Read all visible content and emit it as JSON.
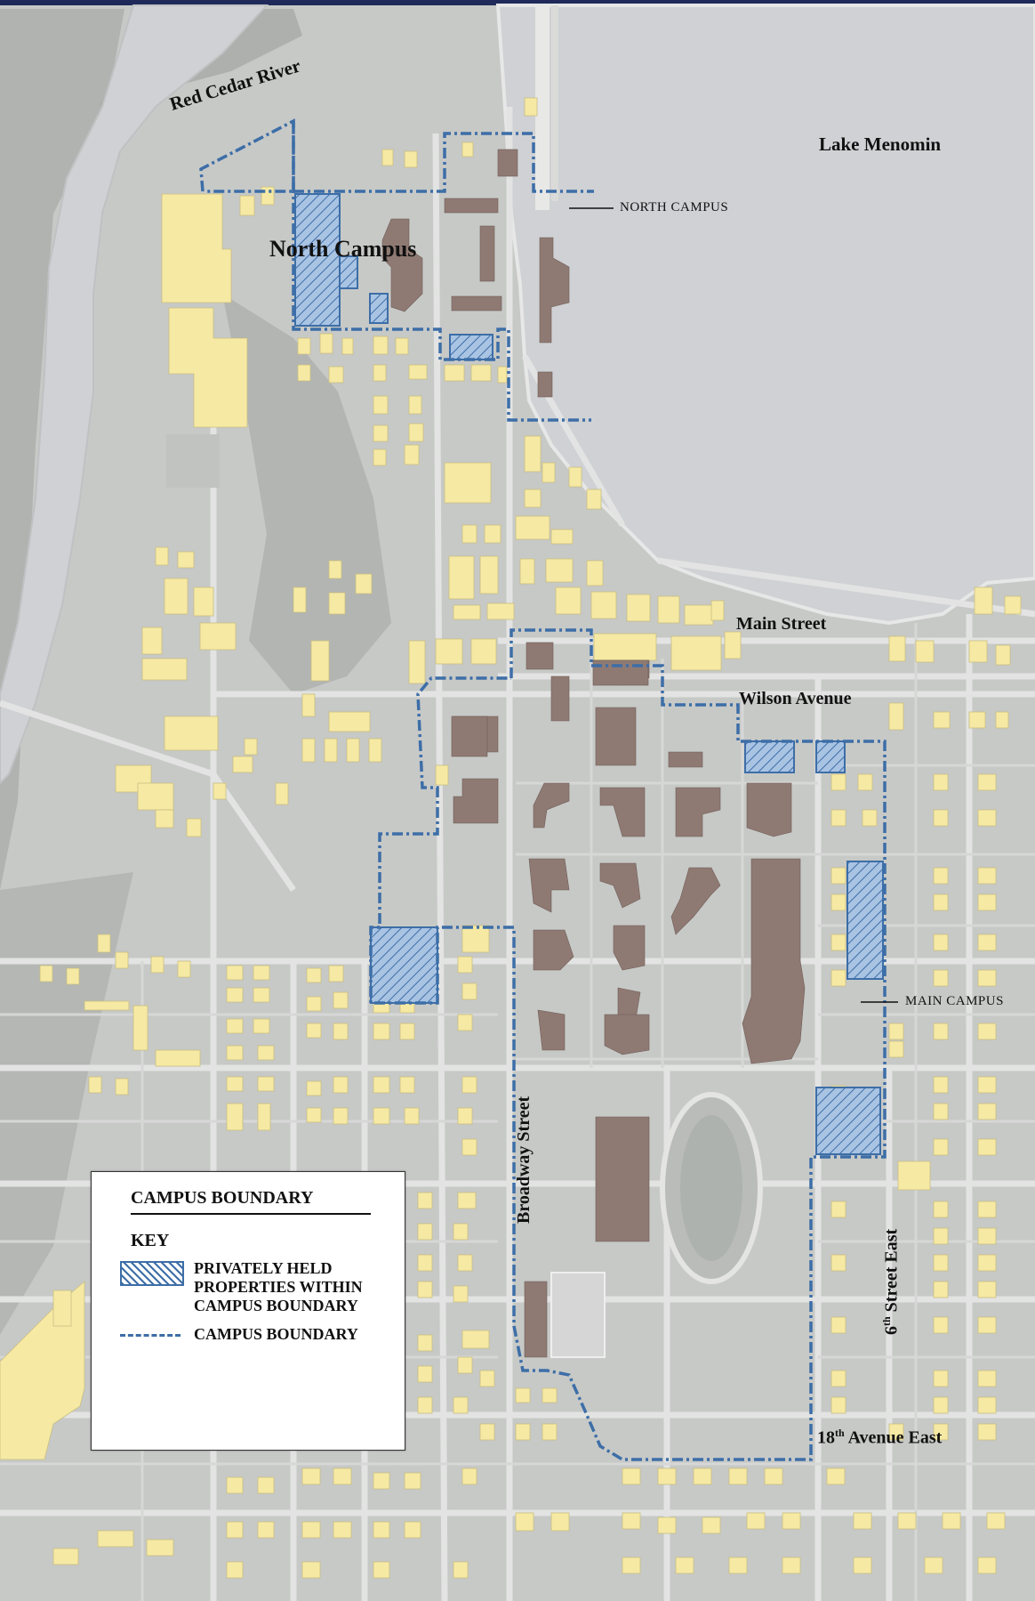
{
  "labels": {
    "river": "Red Cedar River",
    "lake": "Lake Menomin",
    "north_campus_big": "North Campus",
    "north_campus_callout": "NORTH CAMPUS",
    "main_campus_callout": "MAIN CAMPUS",
    "main_street": "Main Street",
    "wilson_avenue": "Wilson Avenue",
    "broadway_street": "Broadway Street",
    "sixth_street_prefix": "6",
    "sixth_street_sup": "th",
    "sixth_street_suffix": " Street East",
    "eighteenth_prefix": "18",
    "eighteenth_sup": "th",
    "eighteenth_suffix": " Avenue East"
  },
  "legend": {
    "title": "CAMPUS BOUNDARY",
    "key": "KEY",
    "private_label": "PRIVATELY HELD PROPERTIES WITHIN CAMPUS BOUNDARY",
    "boundary_label": "CAMPUS BOUNDARY"
  },
  "colors": {
    "header_bar": "#1f2a5a",
    "water": "#cfd1d4",
    "land": "#c6c8c6",
    "forest": "#a9aca9",
    "road": "#e3e4e3",
    "campus_building": "#8f7a73",
    "other_building": "#f5e9a4",
    "boundary": "#3d6ea7",
    "private_fill": "#9db9dc"
  }
}
